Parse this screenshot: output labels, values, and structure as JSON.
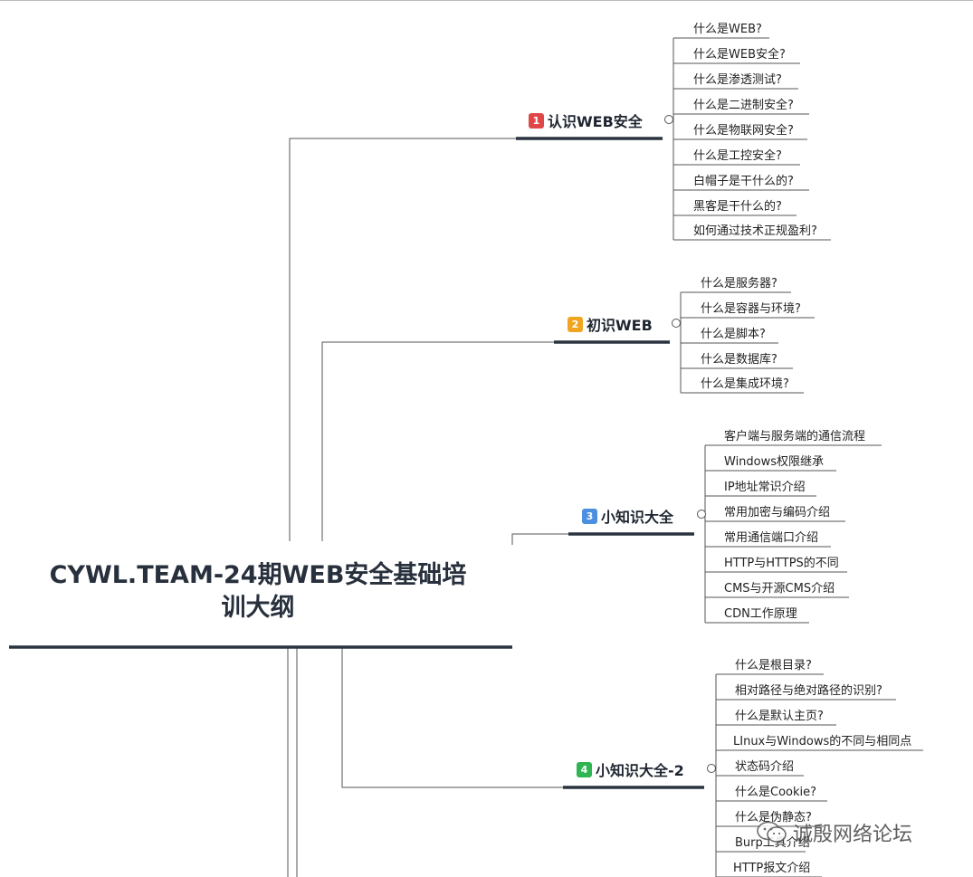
{
  "root": {
    "title_line1": "CYWL.TEAM-24期WEB安全基础培",
    "title_line2": "训大纲"
  },
  "branches": [
    {
      "number": "1",
      "badge_color": "#e04848",
      "label": "认识WEB安全",
      "items": [
        "什么是WEB?",
        "什么是WEB安全?",
        "什么是渗透测试?",
        "什么是二进制安全?",
        "什么是物联网安全?",
        "什么是工控安全?",
        "白帽子是干什么的?",
        "黑客是干什么的?",
        "如何通过技术正规盈利?"
      ]
    },
    {
      "number": "2",
      "badge_color": "#f0a520",
      "label": "初识WEB",
      "items": [
        "什么是服务器?",
        "什么是容器与环境?",
        "什么是脚本?",
        "什么是数据库?",
        "什么是集成环境?"
      ]
    },
    {
      "number": "3",
      "badge_color": "#4a8fe0",
      "label": "小知识大全",
      "items": [
        "客户端与服务端的通信流程",
        "Windows权限继承",
        "IP地址常识介绍",
        "常用加密与编码介绍",
        "常用通信端口介绍",
        "HTTP与HTTPS的不同",
        "CMS与开源CMS介绍",
        "CDN工作原理"
      ]
    },
    {
      "number": "4",
      "badge_color": "#2fb552",
      "label": "小知识大全-2",
      "items": [
        "什么是根目录?",
        "相对路径与绝对路径的识别?",
        "什么是默认主页?",
        "LInux与Windows的不同与相同点",
        "状态码介绍",
        "什么是Cookie?",
        "什么是伪静态?",
        "Burp工具介绍",
        "HTTP报文介绍"
      ]
    }
  ],
  "watermark": {
    "text": "诚殷网络论坛",
    "icon": "wechat-icon"
  }
}
